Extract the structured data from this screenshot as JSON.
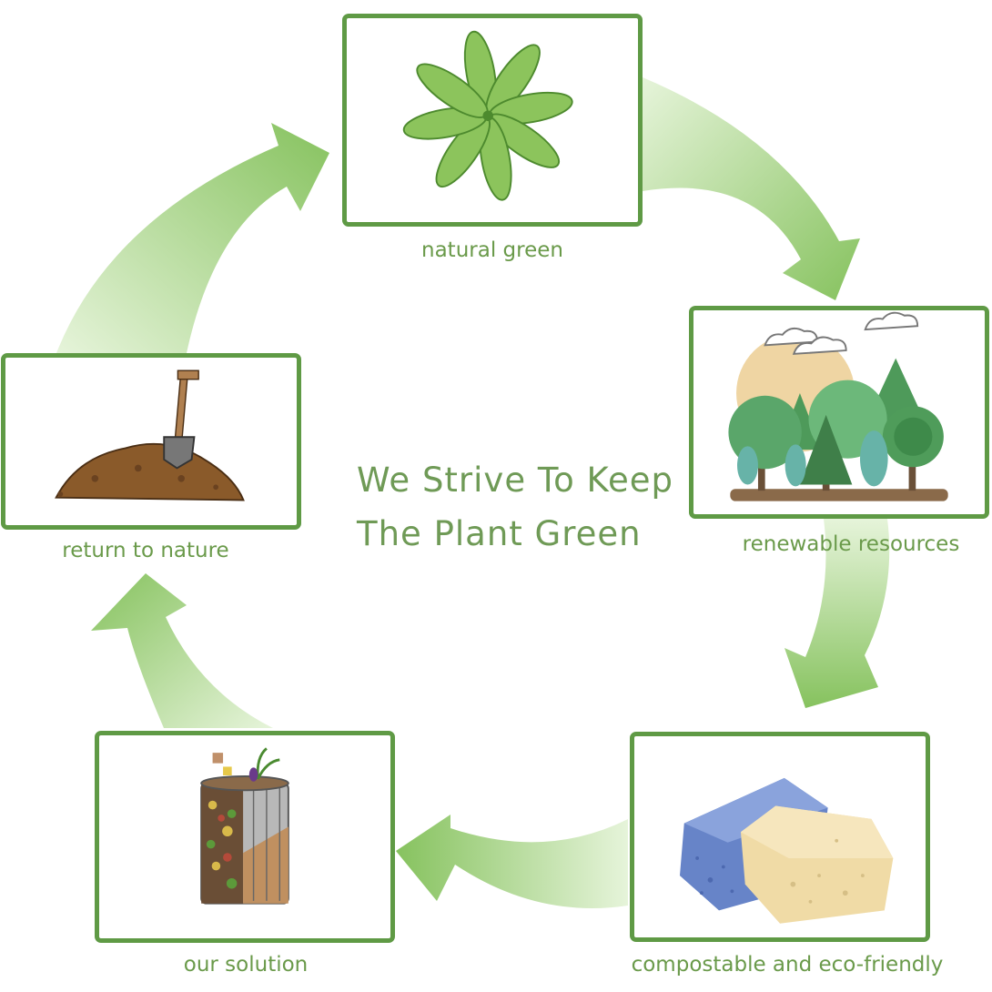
{
  "headline": {
    "line1": "We Strive To Keep",
    "line2": "The Plant Green"
  },
  "steps": [
    {
      "label": "natural green",
      "icon": "leaves-icon"
    },
    {
      "label": "renewable resources",
      "icon": "forest-icon"
    },
    {
      "label": "compostable and eco-friendly",
      "icon": "sponge-icon"
    },
    {
      "label": "our solution",
      "icon": "compost-bin-icon"
    },
    {
      "label": "return to nature",
      "icon": "soil-shovel-icon"
    }
  ],
  "colors": {
    "frame": "#5f9a45",
    "arrow": "#8cc467",
    "text": "#6a9a4a"
  }
}
